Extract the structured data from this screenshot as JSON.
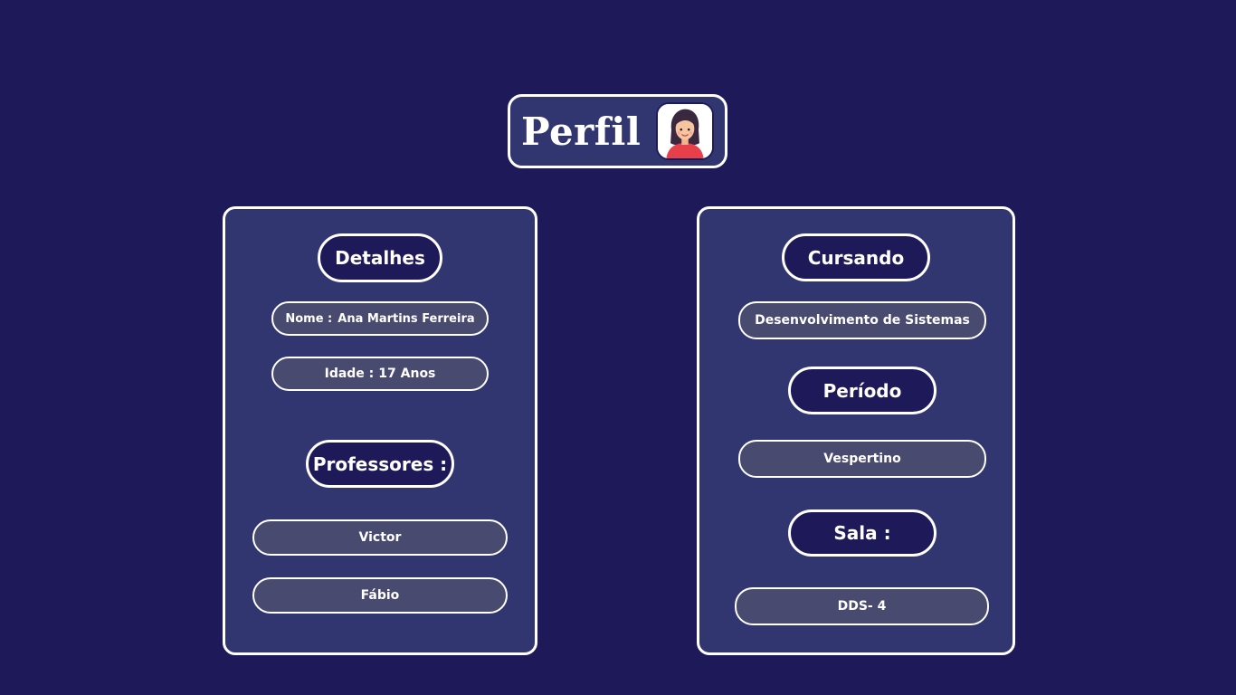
{
  "header": {
    "title": "Perfil :",
    "avatar_icon": "female-student-avatar-icon"
  },
  "details": {
    "title": "Detalhes",
    "name_label": "Nome :",
    "name_value": "Ana Martins Ferreira",
    "age_label": "Idade :",
    "age_value": "17 Anos"
  },
  "teachers": {
    "title": "Professores :",
    "items": [
      "Victor",
      "Fábio"
    ]
  },
  "course": {
    "title": "Cursando",
    "value": "Desenvolvimento de Sistemas"
  },
  "period": {
    "title": "Período",
    "value": "Vespertino"
  },
  "room": {
    "title": "Sala :",
    "value": "DDS- 4"
  },
  "colors": {
    "background": "#1e1a5a",
    "card": "#323670",
    "value_pill": "#484a70",
    "border": "#ffffff"
  }
}
